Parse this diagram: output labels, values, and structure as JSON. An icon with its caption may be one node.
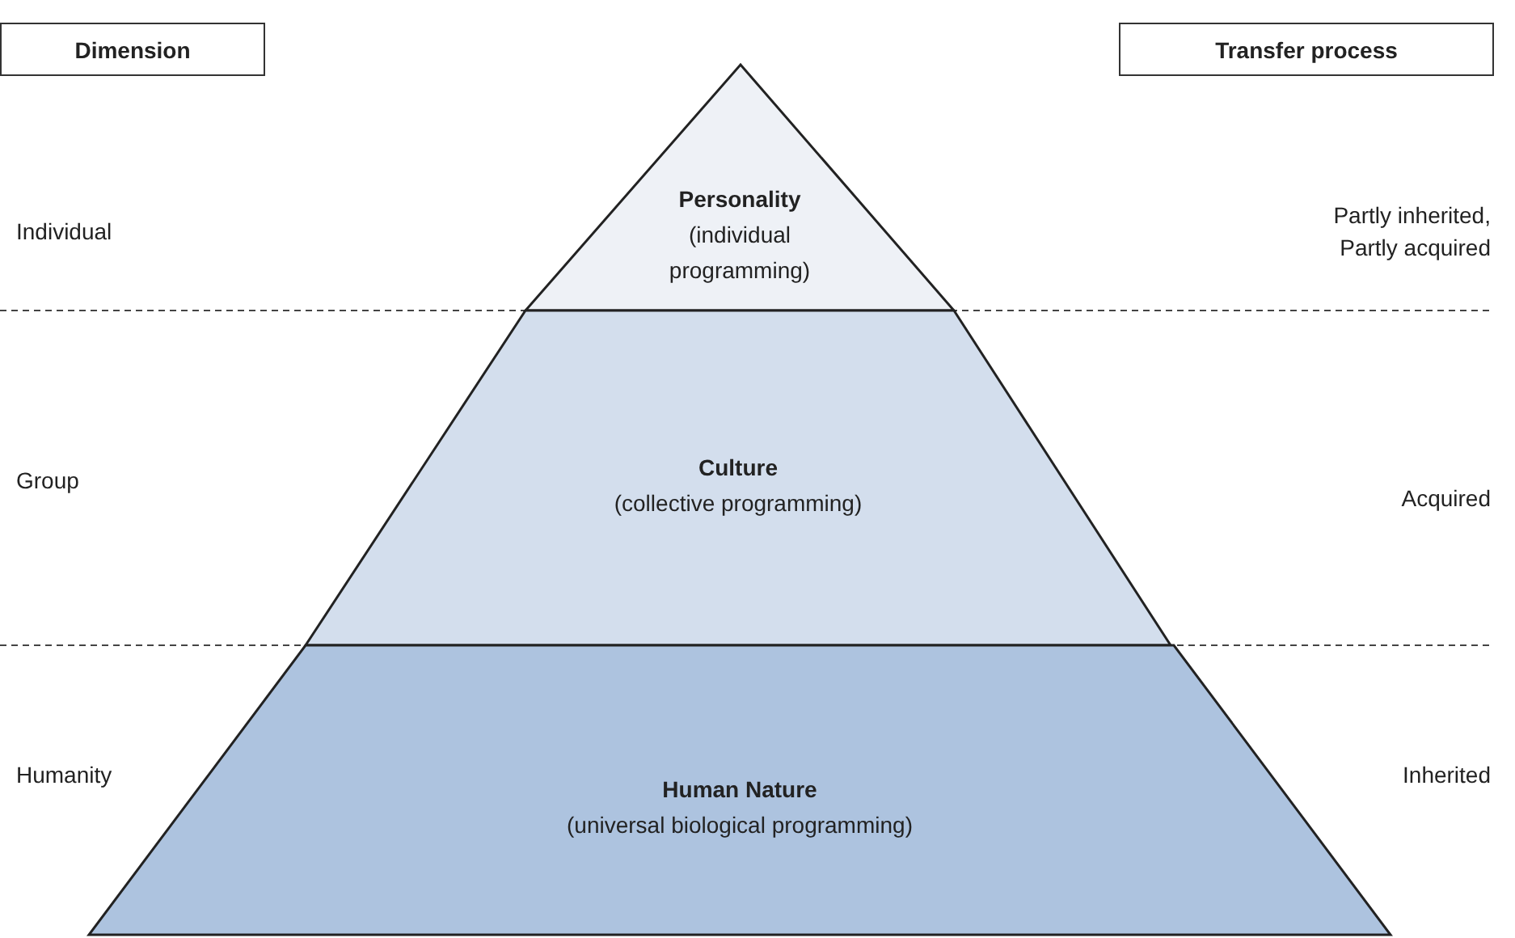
{
  "diagram": {
    "nodes": [
      {
        "text": [
          "Dimension"
        ]
      },
      {
        "text": [
          "Transfer process"
        ]
      },
      {
        "text": [
          "Personality",
          "(individual programming)"
        ]
      },
      {
        "text": [
          "Culture",
          "(collective programming)"
        ]
      },
      {
        "text": [
          "Human Nature",
          "(universal biological programming)"
        ]
      }
    ],
    "labels": [
      "Individual",
      "Partly inherited, Partly acquired",
      "Group",
      "Acquired",
      "Humanity",
      "Inherited"
    ]
  }
}
